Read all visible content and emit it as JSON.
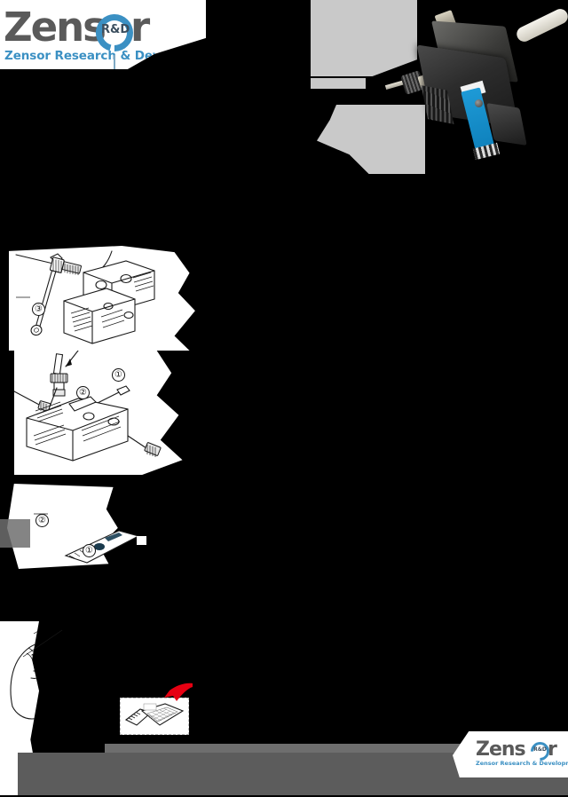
{
  "document": {
    "kind": "technical-manual-page",
    "page_background": "#000000",
    "paper_color": "#ffffff"
  },
  "brand": {
    "accent_blue": "#3b90c3",
    "wordmark_gray": "#5a5a5a",
    "header_logo": {
      "word_lead": "Zens",
      "ring_label": "R&D",
      "word_tail": "r",
      "tagline": "Zensor Research & Development"
    },
    "footer_logo": {
      "word_lead": "Zens",
      "ring_label": "R&D",
      "word_tail": "r",
      "tagline": "Zensor Research & Development"
    }
  },
  "photo": {
    "caption": "",
    "subject": "electrochemical cell holder with screen-printed electrode",
    "colors": {
      "body": "#2c2c2c",
      "electrode_strip": "#1e9ad6",
      "tube": "#f5f3ec",
      "mask_gray": "#c9c9c9"
    }
  },
  "diagrams": [
    {
      "id": "assembly-upper",
      "title": "",
      "callouts": [
        {
          "marker": "③",
          "target": "wrench-tool"
        }
      ]
    },
    {
      "id": "assembly-middle",
      "title": "",
      "callouts": [
        {
          "marker": "①",
          "target": "threaded-fitting"
        },
        {
          "marker": "②",
          "target": "insert-direction"
        }
      ]
    },
    {
      "id": "assembly-lower",
      "title": "",
      "callouts": [
        {
          "marker": "②",
          "target": "cell-body"
        },
        {
          "marker": "①",
          "target": "electrode-strip"
        }
      ]
    },
    {
      "id": "hand-operation",
      "title": "",
      "callouts": []
    }
  ],
  "detail_inset": {
    "arrow_color": "#e60012",
    "border_style": "dashed",
    "label": ""
  },
  "footer": {
    "band_color": "#5c5c5c",
    "text": ""
  }
}
